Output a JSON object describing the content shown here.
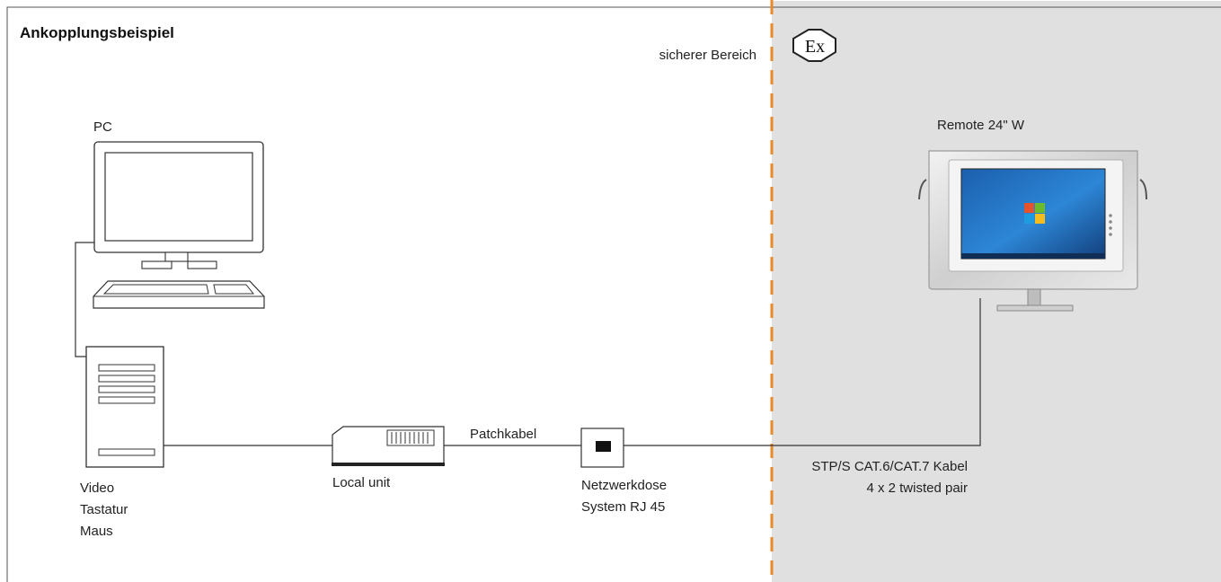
{
  "title": "Ankopplungsbeispiel",
  "zones": {
    "safe_area_label": "sicherer Bereich",
    "ex_symbol_text": "Ex"
  },
  "devices": {
    "pc": {
      "label": "PC"
    },
    "pc_ports": [
      "Video",
      "Tastatur",
      "Maus"
    ],
    "local_unit": {
      "label": "Local unit"
    },
    "patch_cable": {
      "label": "Patchkabel"
    },
    "wall_socket": {
      "lines": [
        "Netzwerkdose",
        "System RJ 45"
      ]
    },
    "remote": {
      "label": "Remote 24\" W"
    },
    "cable": {
      "lines": [
        "STP/S CAT.6/CAT.7 Kabel",
        "4 x 2 twisted pair"
      ]
    }
  },
  "colors": {
    "divider": "#e8892b",
    "hazard_zone": "#e0e0e0",
    "line": "#333333",
    "border": "#555555"
  }
}
